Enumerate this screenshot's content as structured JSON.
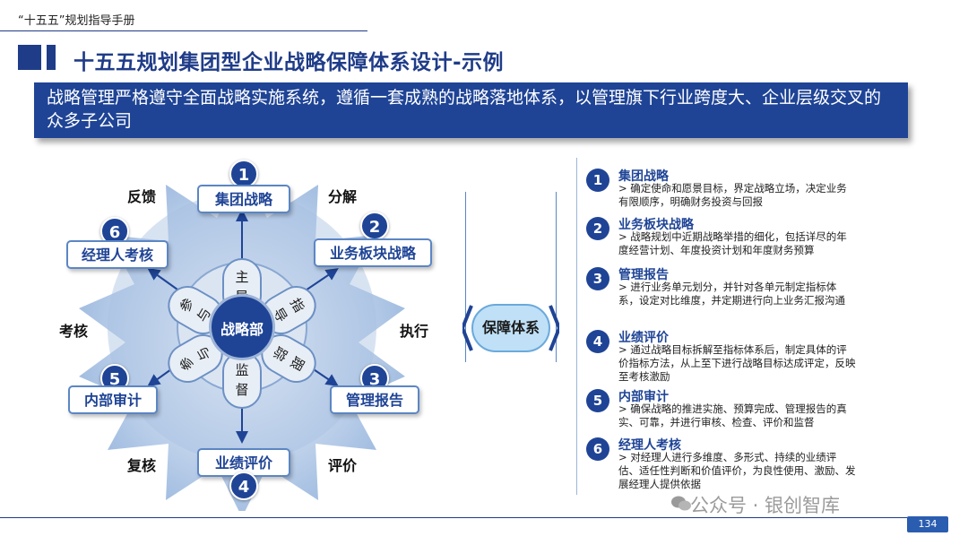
{
  "header": {
    "label": "“十五五”规划指导手册"
  },
  "title": "十五五规划集团型企业战略保障体系设计-示例",
  "banner": "战略管理严格遵守全面战略实施系统，遵循一套成熟的战略落地体系，以管理旗下行业跨度大、企业层级交叉的众多子公司",
  "diagram": {
    "center": "战略部",
    "petals": [
      "主导",
      "指导",
      "跟踪",
      "监督",
      "参与",
      "参与"
    ],
    "nodes": [
      {
        "num": "1",
        "label": "集团战略"
      },
      {
        "num": "2",
        "label": "业务板块战略"
      },
      {
        "num": "3",
        "label": "管理报告"
      },
      {
        "num": "4",
        "label": "业绩评价"
      },
      {
        "num": "5",
        "label": "内部审计"
      },
      {
        "num": "6",
        "label": "经理人考核"
      }
    ],
    "cycle_words": {
      "feedback": "反馈",
      "decompose": "分解",
      "execute": "执行",
      "evaluate": "评价",
      "review": "复核",
      "assess": "考核"
    }
  },
  "guarantee_label": "保障体系",
  "items": [
    {
      "num": "1",
      "title": "集团战略",
      "desc": "> 确定使命和愿景目标，界定战略立场，决定业务有限顺序，明确财务投资与回报"
    },
    {
      "num": "2",
      "title": "业务板块战略",
      "desc": "> 战略规划中近期战略举措的细化，包括详尽的年度经营计划、年度投资计划和年度财务预算"
    },
    {
      "num": "3",
      "title": "管理报告",
      "desc": "> 进行业务单元划分，并针对各单元制定指标体系，设定对比维度，并定期进行向上业务汇报沟通"
    },
    {
      "num": "4",
      "title": "业绩评价",
      "desc": "> 通过战略目标拆解至指标体系后，制定具体的评价指标方法，从上至下进行战略目标达成评定，反映至考核激励"
    },
    {
      "num": "5",
      "title": "内部审计",
      "desc": "> 确保战略的推进实施、预算完成、管理报告的真实、可靠，并进行审核、检查、评价和监督"
    },
    {
      "num": "6",
      "title": "经理人考核",
      "desc": "> 对经理人进行多维度、多形式、持续的业绩评估、适任性判断和价值评价，为良性使用、激励、发展经理人提供依据"
    }
  ],
  "watermark": "公众号 · 银创智库",
  "page_number": "134"
}
